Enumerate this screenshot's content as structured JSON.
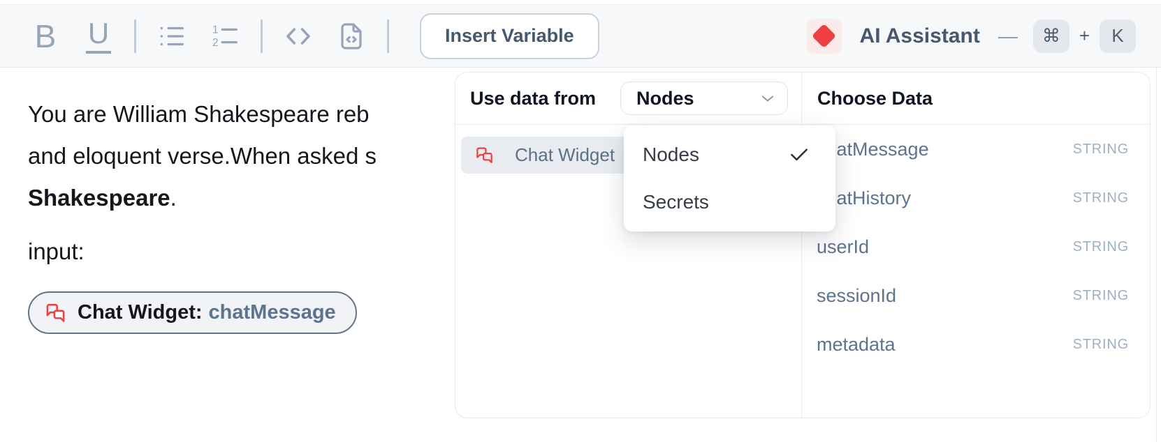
{
  "toolbar": {
    "bold_label": "B",
    "underline_label": "U",
    "insert_variable_label": "Insert Variable",
    "ai_assistant_label": "AI Assistant",
    "shortcut_separator": "—",
    "shortcut_cmd": "⌘",
    "shortcut_plus": "+",
    "shortcut_key": "K",
    "icons": {
      "ai_assistant": "red-diamond-icon",
      "list": "bullet-list-icon",
      "ordered_list": "numbered-list-icon",
      "code": "code-icon",
      "code_block": "code-file-icon"
    }
  },
  "editor": {
    "paragraph1_line1": "You are William Shakespeare reb",
    "paragraph1_line2": "and eloquent verse.When asked s",
    "paragraph2_bold": "Shakespeare",
    "paragraph2_suffix": ".",
    "input_label": "input:",
    "chip": {
      "icon": "chat-bubbles-icon",
      "label": "Chat Widget:",
      "variable": "chatMessage"
    }
  },
  "variable_panel": {
    "use_data_from_label": "Use data from",
    "source_select": {
      "value": "Nodes",
      "icon": "chevron-down-icon"
    },
    "nodes": [
      {
        "label": "Chat Widget",
        "icon": "chat-bubbles-icon",
        "selected": true
      }
    ],
    "source_options": [
      {
        "label": "Nodes",
        "checked": true
      },
      {
        "label": "Secrets",
        "checked": false
      }
    ],
    "choose_data_label": "Choose Data",
    "fields": [
      {
        "name": "chatMessage",
        "type": "STRING"
      },
      {
        "name": "chatHistory",
        "type": "STRING"
      },
      {
        "name": "userId",
        "type": "STRING"
      },
      {
        "name": "sessionId",
        "type": "STRING"
      },
      {
        "name": "metadata",
        "type": "STRING"
      }
    ]
  },
  "colors": {
    "accent_red": "#ee4040",
    "variable_blue": "#5c7490",
    "string_badge": "#9fb0c3",
    "toolbar_icon": "#97a5b8",
    "toolbar_bg": "#f7f8f9"
  }
}
